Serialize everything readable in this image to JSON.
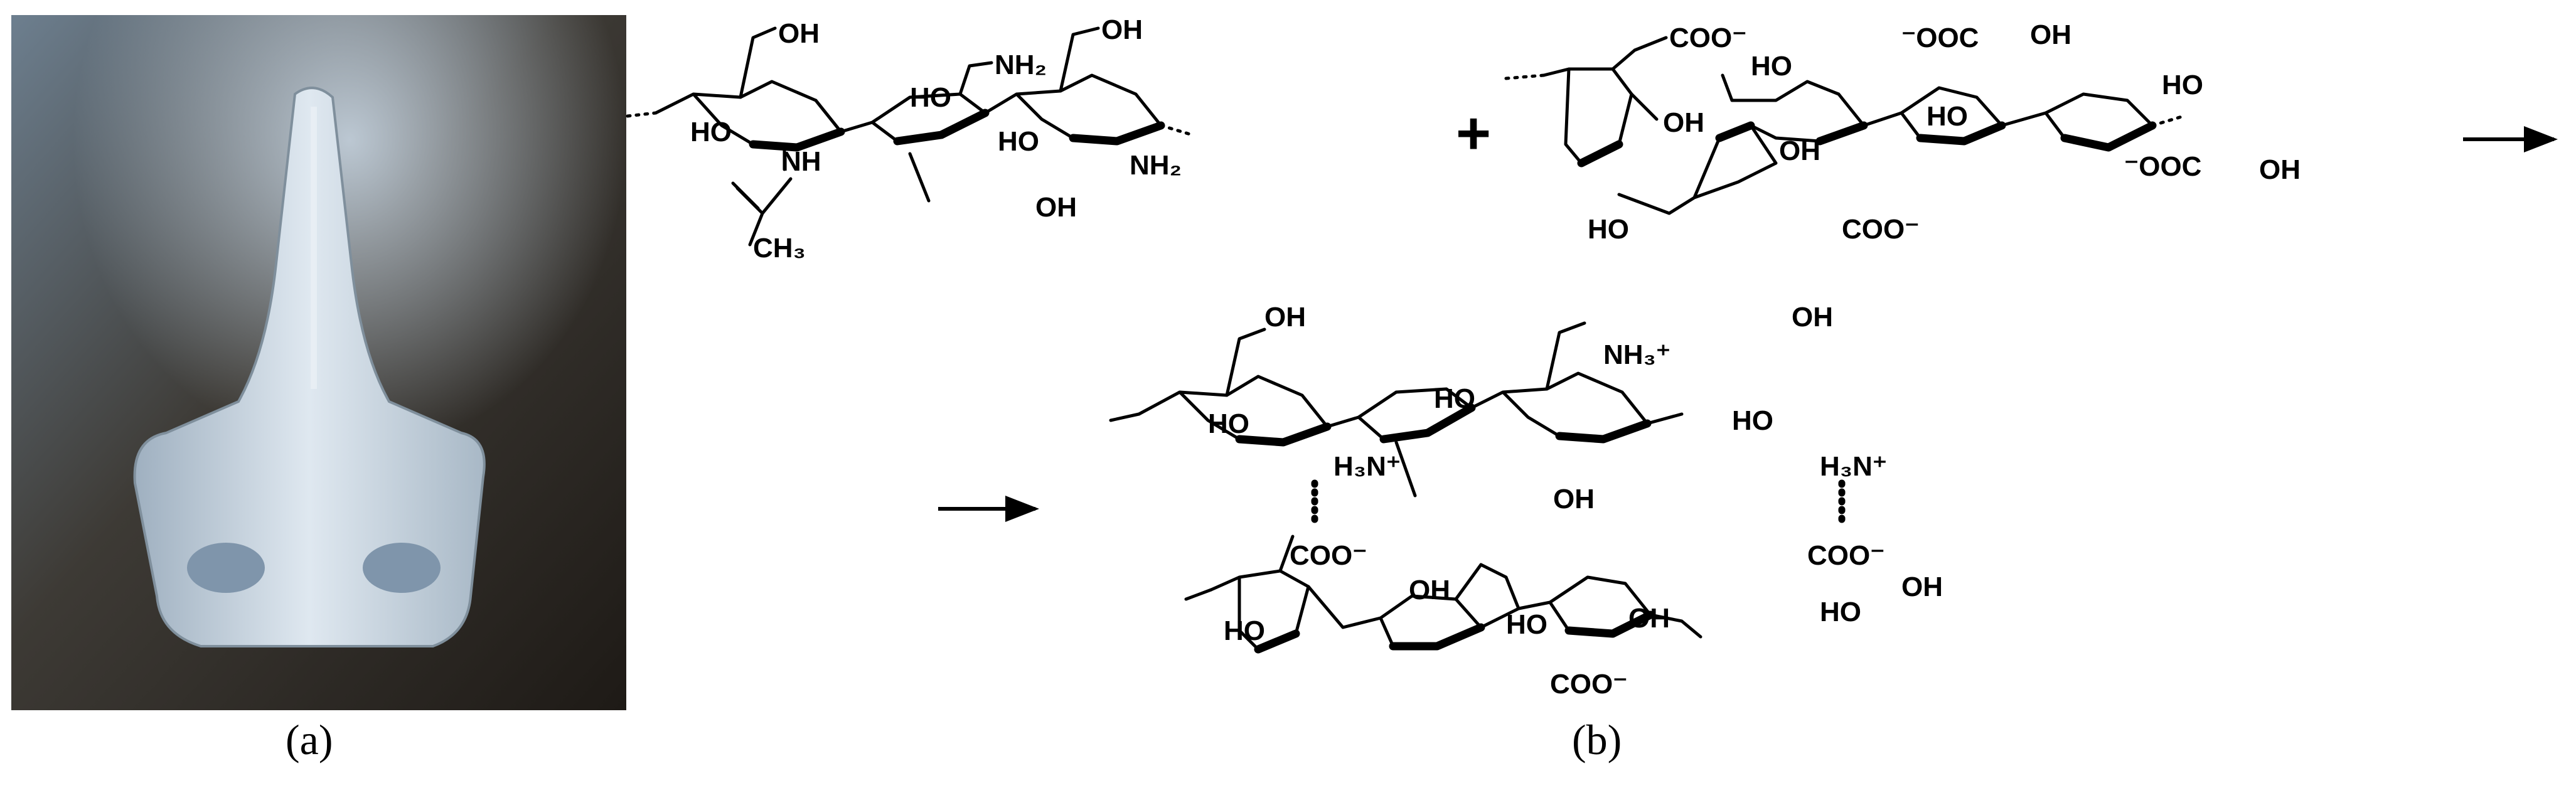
{
  "figure": {
    "panels": [
      {
        "id": "a",
        "label_text": "(a)"
      },
      {
        "id": "b",
        "label_text": "(b)"
      }
    ],
    "reaction": {
      "plus_sign": "+",
      "groups": {
        "oh": "OH",
        "ho": "HO",
        "nh": "NH",
        "nh2": "NH₂",
        "ch3": "CH₃",
        "nh3_plus": "NH₃⁺",
        "h3n_plus": "H₃N⁺",
        "coo_minus": "COO⁻",
        "minus_ooc": "⁻OOC"
      }
    }
  }
}
